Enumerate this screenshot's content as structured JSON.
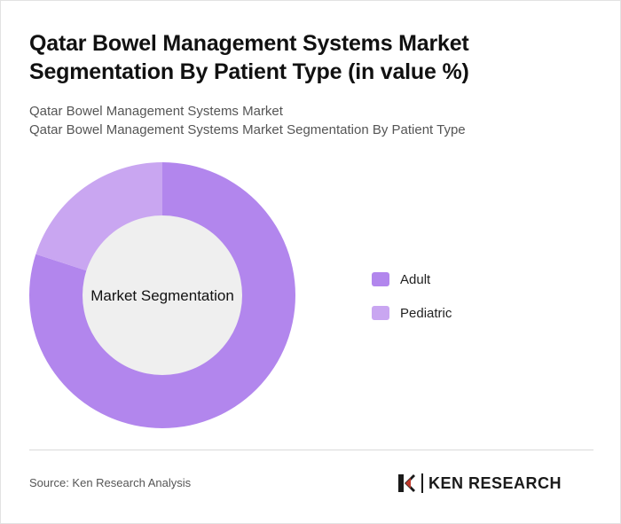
{
  "header": {
    "title": "Qatar Bowel Management Systems Market Segmentation By Patient Type (in value %)",
    "subtitle_line1": "Qatar Bowel Management Systems Market",
    "subtitle_line2": "Qatar Bowel Management Systems Market Segmentation By Patient Type"
  },
  "chart_data": {
    "type": "pie",
    "center_label": "Market Segmentation",
    "categories": [
      "Adult",
      "Pediatric"
    ],
    "values": [
      80,
      20
    ],
    "colors": [
      "#b286ed",
      "#c9a6f1"
    ],
    "legend_position": "right",
    "donut": true
  },
  "footer": {
    "source": "Source: Ken Research Analysis",
    "logo_text": "KEN RESEARCH"
  }
}
